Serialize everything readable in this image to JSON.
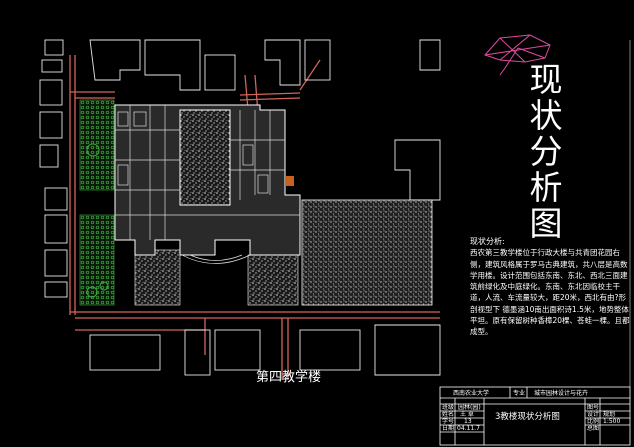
{
  "drawing": {
    "title": "现状分析图",
    "caption": "第四教学楼",
    "description_heading": "现状分析:",
    "description_body": "西农第三教学楼位于行政大楼与共青团花园右侧，建筑风格属于罗马古典建筑，共八层是高数学用楼。设计范围包括东南、东北、西北三面建筑前绿化及中庭绿化。东南、东北因临校主干道，人流、车流量较大，距20米，西北有由?形剖视型下 德墨涵10南出面积诗1.5米，地势整体平坦。原有保留树种香樟20棵、苍蛙一棵。且都成型。"
  },
  "title_block": {
    "school": "西南农业大学",
    "major_label": "专业",
    "major": "城市园林设计与花卉",
    "class_label": "班级",
    "class_value": "园林(园)",
    "name_label": "姓名",
    "name_value": "王 卓",
    "student_no_label": "学号",
    "student_no_value": "13",
    "date_label": "日期",
    "date_value": "04.11.7",
    "drawing_title": "3教楼现状分析图",
    "sheet_no_label": "图号",
    "design_label": "设计",
    "design_value": "规划",
    "scale_label": "比例",
    "scale_value": "1:500",
    "sheet_label": "总图"
  },
  "colors": {
    "background": "#000000",
    "road": "#d2655a",
    "building_outline": "#ffffff",
    "green_hatch": "#3faa3f",
    "gravel_fill": "#cfcfcf",
    "compass": "#e04aa0"
  }
}
